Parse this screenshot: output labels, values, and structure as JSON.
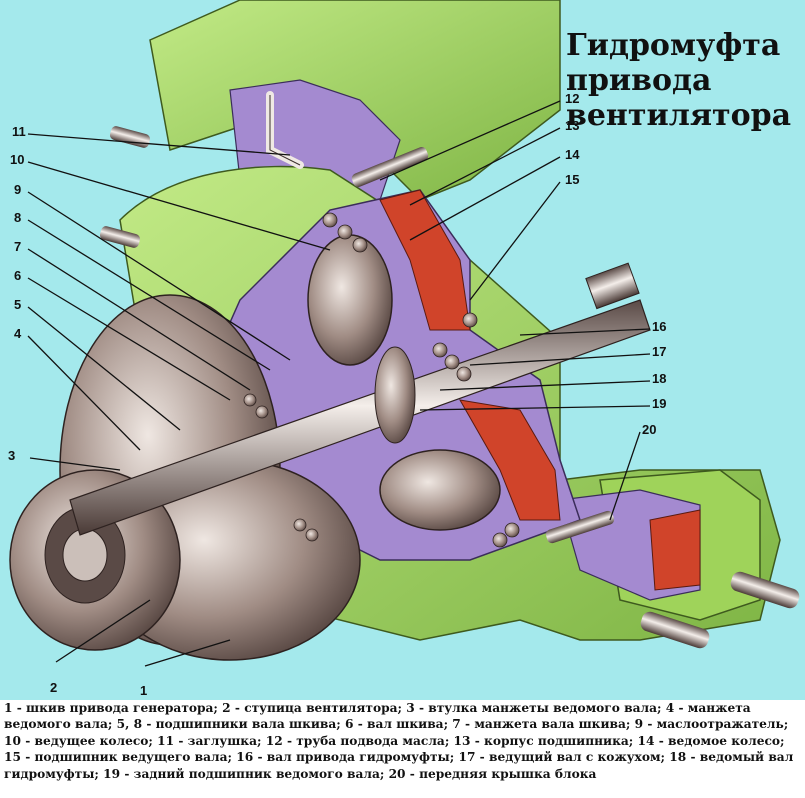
{
  "title": {
    "line1": "Гидромуфта",
    "line2": "привода",
    "line3": "вентилятора"
  },
  "callouts": [
    "1",
    "2",
    "3",
    "4",
    "5",
    "6",
    "7",
    "8",
    "9",
    "10",
    "11",
    "12",
    "13",
    "14",
    "15",
    "16",
    "17",
    "18",
    "19",
    "20"
  ],
  "caption": "1 - шкив привода генератора; 2 - ступица вентилятора; 3 - втулка манжеты ведомого вала; 4 - манжета ведомого вала; 5, 8 - подшипники вала шкива; 6 - вал шкива; 7 - манжета вала шкива; 9 - маслоотражатель; 10 - ведущее колесо; 11 - заглушка; 12 - труба подвода масла; 13 - корпус подшипника; 14 - ведомое колесо; 15 - подшипник ведущего вала; 16 - вал привода гидромуфты; 17 - ведущий вал с кожухом; 18 - ведомый вал гидромуфты; 19 - задний подшипник ведомого вала; 20 - передняя крышка блока",
  "colors": {
    "housing_green": "#9fd35a",
    "section_purple": "#a48ad0",
    "cut_red": "#d0442a",
    "metal": "#9a8880",
    "background_cyan": "#a4e9ec"
  }
}
